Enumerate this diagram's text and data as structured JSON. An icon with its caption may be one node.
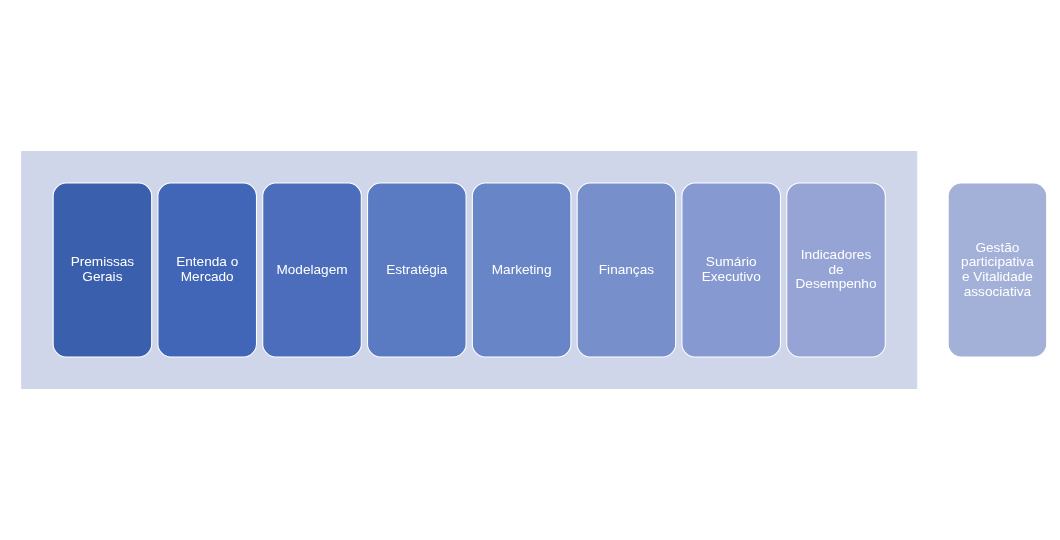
{
  "diagram": {
    "nodes": [
      {
        "text": [],
        "shape": "arrow"
      },
      {
        "text": [
          "Premissas Gerais"
        ],
        "in": 0
      },
      {
        "text": [
          "Entenda o Mercado"
        ],
        "in": 0
      },
      {
        "text": [
          "Modelagem"
        ],
        "in": 0
      },
      {
        "text": [
          "Estratégia"
        ],
        "in": 0
      },
      {
        "text": [
          "Marketing"
        ],
        "in": 0
      },
      {
        "text": [
          "Finanças"
        ],
        "in": 0
      },
      {
        "text": [
          "Sumário Executivo"
        ],
        "in": 0
      },
      {
        "text": [
          "Indicadores de Desempenho"
        ],
        "in": 0
      },
      {
        "text": [
          "Gestão participativa e Vitalidade associativa"
        ]
      }
    ]
  }
}
